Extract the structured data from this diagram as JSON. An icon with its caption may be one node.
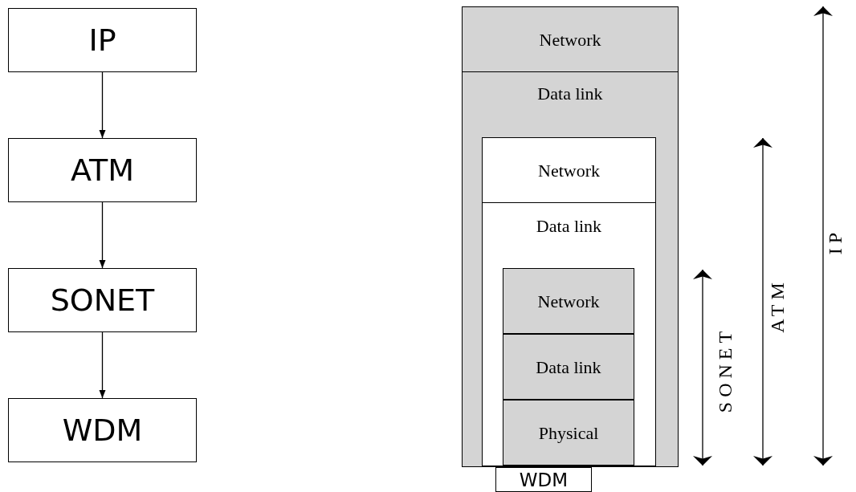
{
  "diagram": {
    "nodes": [
      {
        "text": [
          "IP"
        ]
      },
      {
        "text": [
          "ATM"
        ]
      },
      {
        "text": [
          "SONET"
        ]
      },
      {
        "text": [
          "WDM"
        ]
      },
      {
        "text": [],
        "shape": "box"
      },
      {
        "text": [
          "Network"
        ],
        "in": 4
      },
      {
        "text": [
          "Data link"
        ],
        "in": 4
      },
      {
        "text": [],
        "shape": "box",
        "in": 6
      },
      {
        "text": [
          "Network"
        ],
        "in": 7
      },
      {
        "text": [
          "Data link"
        ],
        "in": 7
      },
      {
        "text": [],
        "shape": "box",
        "in": 9
      },
      {
        "text": [
          "Network"
        ],
        "in": 10
      },
      {
        "text": [
          "Data link"
        ],
        "in": 10
      },
      {
        "text": [
          "Physical"
        ],
        "in": 10
      },
      {
        "text": [
          "WDM"
        ]
      }
    ],
    "edges": [
      {
        "from": 0,
        "to": 1,
        "arrow": "to"
      },
      {
        "from": 1,
        "to": 2,
        "arrow": "to"
      },
      {
        "from": 2,
        "to": 3,
        "arrow": "to"
      }
    ],
    "labels": [
      "SONET",
      "ATM",
      "IP"
    ]
  }
}
